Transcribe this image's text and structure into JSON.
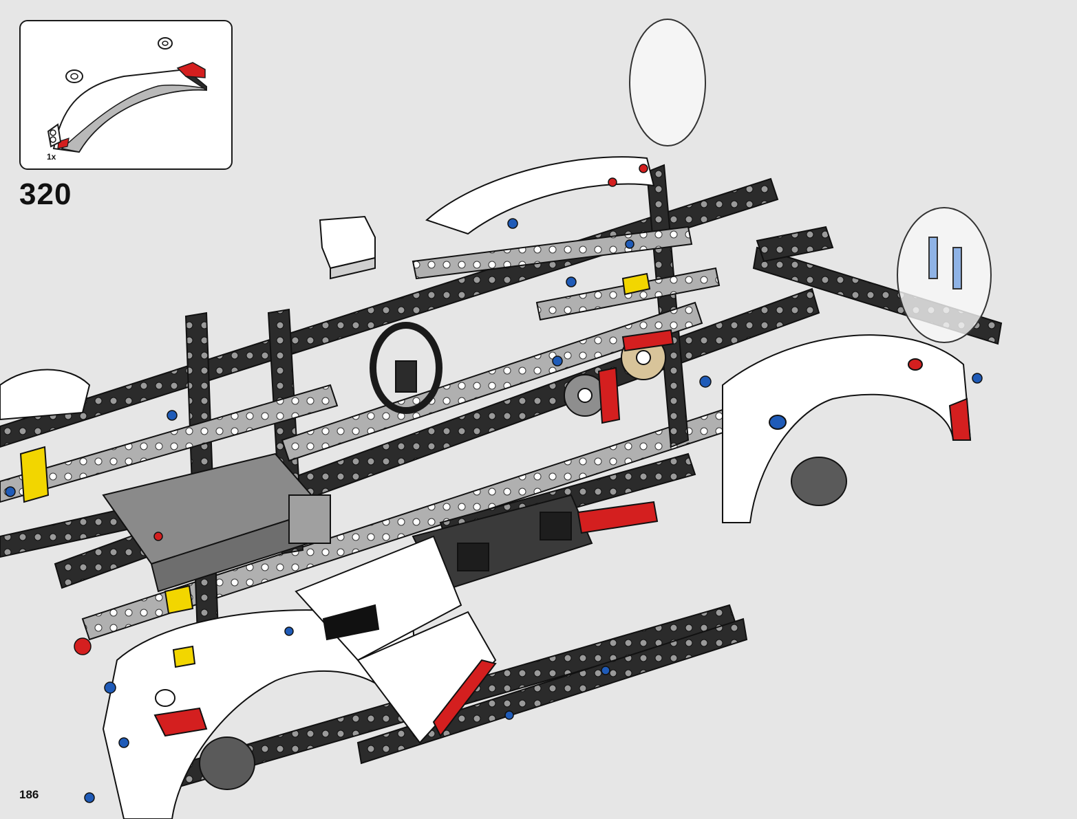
{
  "step": {
    "number": "320"
  },
  "parts_callout": {
    "quantity": "1x"
  },
  "page": {
    "number": "186"
  },
  "colors": {
    "background": "#e6e6e6",
    "callout_bg": "#ffffff",
    "beam_black": "#2b2b2b",
    "panel_white": "#ffffff",
    "accent_red": "#d41f1f",
    "accent_yellow": "#f2d600",
    "pin_blue": "#1f5bb8",
    "light_grey": "#a8a8a8",
    "tan": "#d8c49a"
  }
}
